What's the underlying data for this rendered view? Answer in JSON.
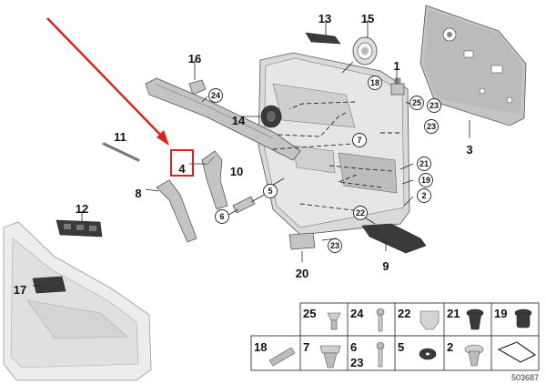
{
  "callouts": {
    "plain": [
      {
        "id": "p1",
        "text": "1"
      },
      {
        "id": "p3",
        "text": "3"
      },
      {
        "id": "p4",
        "text": "4"
      },
      {
        "id": "p8",
        "text": "8"
      },
      {
        "id": "p9",
        "text": "9"
      },
      {
        "id": "p10",
        "text": "10"
      },
      {
        "id": "p11",
        "text": "11"
      },
      {
        "id": "p12",
        "text": "12"
      },
      {
        "id": "p13",
        "text": "13"
      },
      {
        "id": "p14",
        "text": "14"
      },
      {
        "id": "p15",
        "text": "15"
      },
      {
        "id": "p16",
        "text": "16"
      },
      {
        "id": "p17",
        "text": "17"
      },
      {
        "id": "p20",
        "text": "20"
      }
    ],
    "circled": [
      {
        "id": "c24",
        "text": "24"
      },
      {
        "id": "c18",
        "text": "18"
      },
      {
        "id": "c25",
        "text": "25"
      },
      {
        "id": "c23a",
        "text": "23"
      },
      {
        "id": "c23b",
        "text": "23"
      },
      {
        "id": "c7",
        "text": "7"
      },
      {
        "id": "c21",
        "text": "21"
      },
      {
        "id": "c19",
        "text": "19"
      },
      {
        "id": "c2",
        "text": "2"
      },
      {
        "id": "c5",
        "text": "5"
      },
      {
        "id": "c6",
        "text": "6"
      },
      {
        "id": "c22",
        "text": "22"
      },
      {
        "id": "c23c",
        "text": "23"
      }
    ]
  },
  "highlight": {
    "label": "4",
    "color": "#e02020"
  },
  "arrow_color": "#e02020",
  "legend": {
    "row1": [
      "25",
      "24",
      "22",
      "21",
      "19"
    ],
    "row2": [
      "18",
      "7",
      "6",
      "5",
      "2"
    ],
    "row2_extra": "23"
  },
  "diagram_number": "503687"
}
